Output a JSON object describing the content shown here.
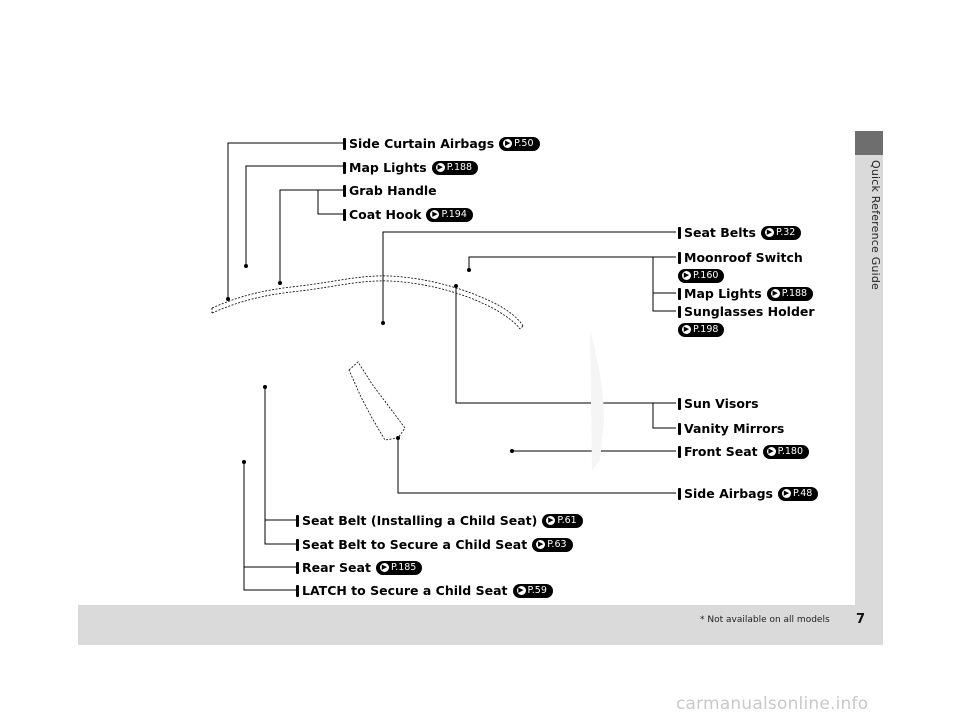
{
  "sidebar": {
    "label": "Quick Reference Guide"
  },
  "footer": {
    "page_number": "7",
    "note": "* Not available on all models"
  },
  "watermark": "carmanualsonline.info",
  "callouts": [
    {
      "label": "Side Curtain Airbags",
      "ref": "P.50"
    },
    {
      "label": "Map Lights",
      "ref": "P.188"
    },
    {
      "label": "Grab Handle",
      "ref": ""
    },
    {
      "label": "Coat Hook",
      "ref": "P.194"
    },
    {
      "label": "Seat Belts",
      "ref": "P.32"
    },
    {
      "label": "Moonroof Switch",
      "ref": "P.160"
    },
    {
      "label": "Map Lights",
      "ref": "P.188"
    },
    {
      "label": "Sunglasses Holder",
      "ref": "P.198"
    },
    {
      "label": "Sun Visors",
      "ref": ""
    },
    {
      "label": "Vanity Mirrors",
      "ref": ""
    },
    {
      "label": "Front Seat",
      "ref": "P.180"
    },
    {
      "label": "Side Airbags",
      "ref": "P.48"
    },
    {
      "label": "Seat Belt (Installing a Child Seat)",
      "ref": "P.61"
    },
    {
      "label": "Seat Belt to Secure a Child Seat",
      "ref": "P.63"
    },
    {
      "label": "Rear Seat",
      "ref": "P.185"
    },
    {
      "label": "LATCH to Secure a Child Seat",
      "ref": "P.59"
    }
  ]
}
